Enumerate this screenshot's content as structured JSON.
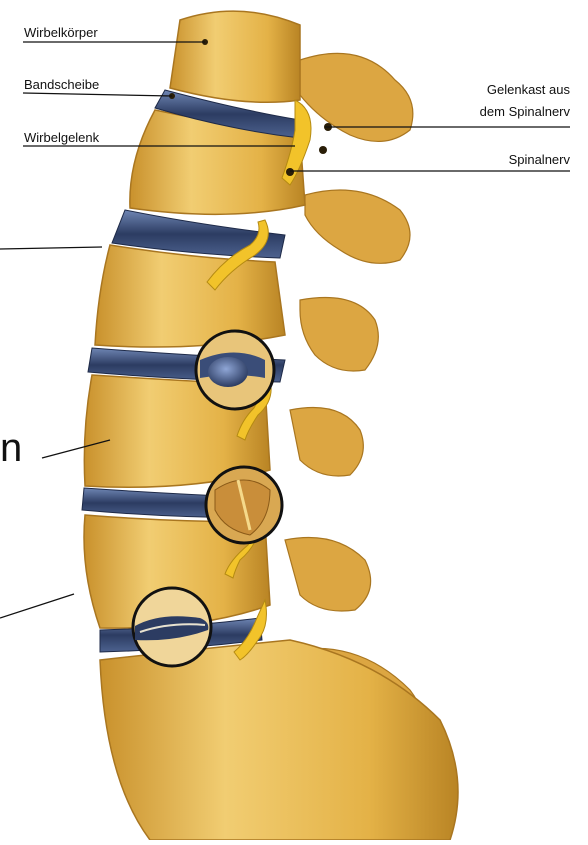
{
  "labels": {
    "wirbelkoerper": "Wirbelkörper",
    "bandscheibe": "Bandscheibe",
    "wirbelgelenk": "Wirbelgelenk",
    "gelenkast_line1": "Gelenkast aus",
    "gelenkast_line2": "dem Spinalnerv",
    "spinalnerv": "Spinalnerv",
    "cut_off_letter": "n"
  },
  "colors": {
    "bone": "#e8b84a",
    "bone_light": "#f4d27c",
    "bone_shadow": "#b98424",
    "disc": "#34466e",
    "disc_light": "#6f86b4",
    "nerve": "#f2c32a",
    "callout_ring": "#111111",
    "leader_line": "#111111"
  }
}
